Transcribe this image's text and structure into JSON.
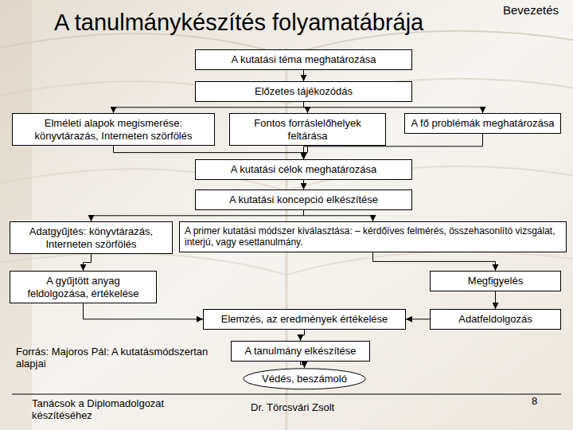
{
  "diagram": {
    "title": "A tanulmánykészítés folyamatábrája",
    "nodes": [
      {
        "text": [
          "A kutatási téma meghatározása"
        ]
      },
      {
        "text": [
          "Előzetes tájékozódás"
        ]
      },
      {
        "text": [
          "Elméleti alapok megismerése: könyvtárazás, Interneten szörfölés"
        ]
      },
      {
        "text": [
          "Fontos forráslelőhelyek feltárása"
        ]
      },
      {
        "text": [
          "A fő problémák meghatározása"
        ]
      },
      {
        "text": [
          "A kutatási célok meghatározása"
        ]
      },
      {
        "text": [
          "A kutatási koncepció elkészítése"
        ]
      },
      {
        "text": [
          "Adatgyűjtés: könyvtárazás, Interneten szörfölés"
        ]
      },
      {
        "text": [
          "A primer kutatási módszer kiválasztása: – kérdőíves felmérés, összehasonlító vizsgálat, interjú, vagy esettanulmány."
        ]
      },
      {
        "text": [
          "A gyűjtött anyag feldolgozása, értékelése"
        ]
      },
      {
        "text": [
          "Megfigyelés"
        ]
      },
      {
        "text": [
          "Elemzés, az eredmények értékelése"
        ]
      },
      {
        "text": [
          "Adatfeldolgozás"
        ]
      },
      {
        "text": [
          "A tanulmány elkészítése"
        ]
      },
      {
        "text": [
          "Védés, beszámoló"
        ]
      }
    ],
    "edges": [
      {
        "from": 0,
        "to": 1,
        "arrow": "to"
      },
      {
        "from": 1,
        "to": 2,
        "arrow": "to"
      },
      {
        "from": 1,
        "to": 3,
        "arrow": "to"
      },
      {
        "from": 1,
        "to": 4,
        "arrow": "to"
      },
      {
        "from": 2,
        "to": 5,
        "arrow": "to"
      },
      {
        "from": 3,
        "to": 5,
        "arrow": "to"
      },
      {
        "from": 4,
        "to": 5,
        "arrow": "to"
      },
      {
        "from": 5,
        "to": 6,
        "arrow": "to"
      },
      {
        "from": 6,
        "to": 7,
        "arrow": "to"
      },
      {
        "from": 6,
        "to": 8,
        "arrow": "to"
      },
      {
        "from": 7,
        "to": 9,
        "arrow": "to"
      },
      {
        "from": 8,
        "to": 10,
        "arrow": "to"
      },
      {
        "from": 9,
        "to": 11,
        "arrow": "to"
      },
      {
        "from": 10,
        "to": 12,
        "arrow": "to"
      },
      {
        "from": 12,
        "to": 11,
        "arrow": "to"
      },
      {
        "from": 11,
        "to": 13,
        "arrow": "to"
      },
      {
        "from": 13,
        "to": 14,
        "arrow": "to"
      }
    ],
    "labels": [
      "Bevezetés",
      "Forrás: Majoros Pál: A kutatásmódszertan alapjai",
      "Tanácsok a Diplomadolgozat készítéséhez",
      "Dr. Törcsvári Zsolt",
      "8"
    ]
  }
}
